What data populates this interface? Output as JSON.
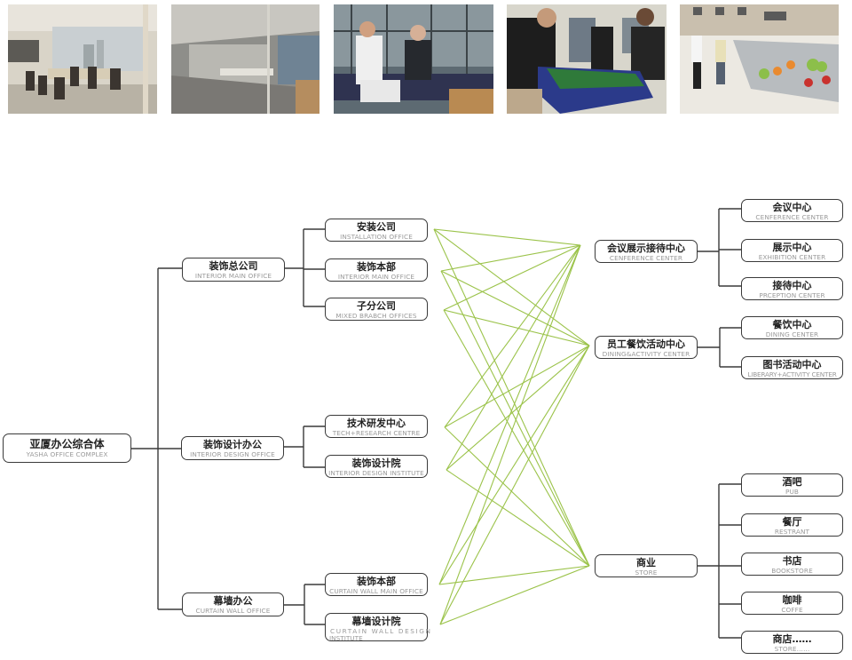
{
  "photos": [
    {
      "name": "conference-room-photo",
      "subject": "glass-walled conference room meeting"
    },
    {
      "name": "office-corridor-photo",
      "subject": "glass partition office with meeting table"
    },
    {
      "name": "lounge-discussion-photo",
      "subject": "two men talking in lounge"
    },
    {
      "name": "foosball-game-photo",
      "subject": "people playing foosball and arcade"
    },
    {
      "name": "cafeteria-photo",
      "subject": "cafeteria salad bar"
    }
  ],
  "colors": {
    "connector_green": "#9bc34a",
    "tree_line": "#3a3a3a",
    "node_border": "#3a3a3a",
    "subtitle_gray": "#9a9a9a"
  },
  "root": {
    "zh": "亚厦办公综合体",
    "en": "YASHA OFFICE COMPLEX"
  },
  "divisions": [
    {
      "zh": "装饰总公司",
      "en": "INTERIOR MAIN OFFICE",
      "units": [
        {
          "zh": "安装公司",
          "en": "INSTALLATION  OFFICE"
        },
        {
          "zh": "装饰本部",
          "en": "INTERIOR MAIN OFFICE"
        },
        {
          "zh": "子分公司",
          "en": "MIXED BRABCH OFFICES"
        }
      ]
    },
    {
      "zh": "装饰设计办公",
      "en": "INTERIOR DESIGN OFFICE",
      "units": [
        {
          "zh": "技术研发中心",
          "en": "TECH+RESEARCH CENTRE"
        },
        {
          "zh": "装饰设计院",
          "en": "INTERIOR DESIGN INSTITUTE"
        }
      ]
    },
    {
      "zh": "幕墙办公",
      "en": "CURTAIN WALL OFFICE",
      "units": [
        {
          "zh": "装饰本部",
          "en": "CURTAIN WALL MAIN OFFICE"
        },
        {
          "zh": "幕墙设计院",
          "en": "CURTAIN WALL DESIGN",
          "en2": "INSTITUTE"
        }
      ]
    }
  ],
  "facilities": [
    {
      "zh": "会议展示接待中心",
      "en": "CENFERENCE CENTER",
      "children": [
        {
          "zh": "会议中心",
          "en": "CENFERENCE CENTER"
        },
        {
          "zh": "展示中心",
          "en": "EXHIBITION CENTER"
        },
        {
          "zh": "接待中心",
          "en": "PRCEPTION CENTER"
        }
      ]
    },
    {
      "zh": "员工餐饮活动中心",
      "en": "DINING&ACTIVITY CENTER",
      "children": [
        {
          "zh": "餐饮中心",
          "en": "DINING CENTER"
        },
        {
          "zh": "图书活动中心",
          "en": "LIBERARY+ACTIVITY CENTER"
        }
      ]
    },
    {
      "zh": "商业",
      "en": "STORE",
      "children": [
        {
          "zh": "酒吧",
          "en": "PUB"
        },
        {
          "zh": "餐厅",
          "en": "RESTRANT"
        },
        {
          "zh": "书店",
          "en": "BOOKSTORE"
        },
        {
          "zh": "咖啡",
          "en": "COFFE"
        },
        {
          "zh": "商店……",
          "en": "STORE……"
        }
      ]
    }
  ],
  "connections_note": "every office unit links to every facility hub"
}
